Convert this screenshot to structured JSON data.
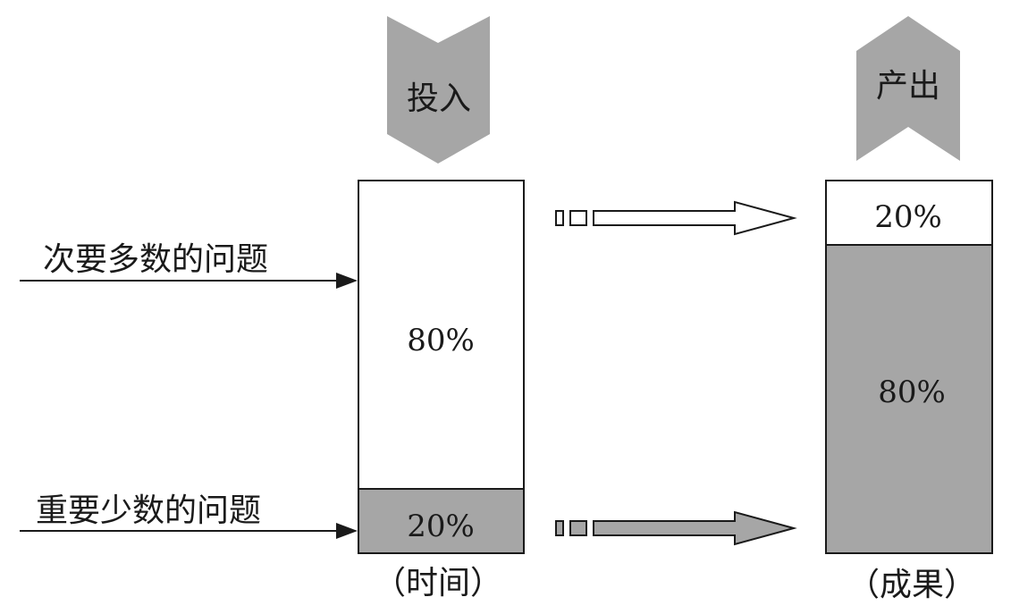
{
  "header": {
    "input_label": "投入",
    "output_label": "产出"
  },
  "left_labels": {
    "minor_problems": "次要多数的问题",
    "major_problems": "重要少数的问题"
  },
  "input_bar": {
    "top_segment": "80%",
    "bottom_segment": "20%",
    "caption": "（时间）"
  },
  "output_bar": {
    "top_segment": "20%",
    "bottom_segment": "80%",
    "caption": "（成果）"
  },
  "colors": {
    "gray_fill": "#a6a6a6",
    "white_fill": "#ffffff",
    "stroke": "#1a1a1a"
  }
}
